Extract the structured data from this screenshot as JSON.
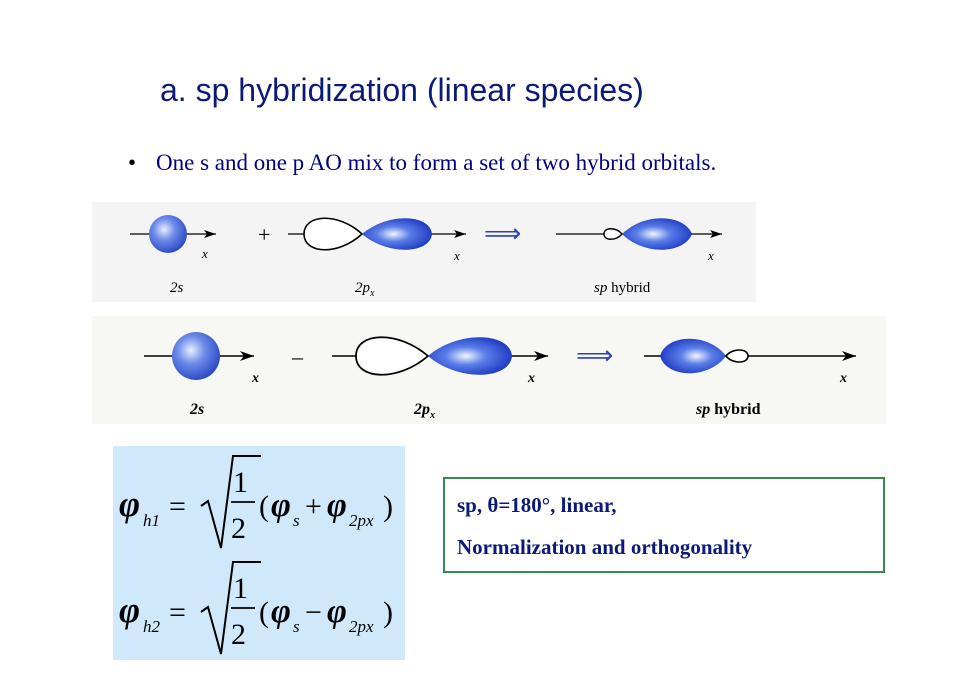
{
  "slide": {
    "title": "a.  sp hybridization (linear species)",
    "bullet_marker": "•",
    "bullet_text": "One s and one p AO mix to form a set of two hybrid orbitals."
  },
  "diagram_top": {
    "operator": "+",
    "arrow_glyph": "⟹",
    "axis_label": "x",
    "label_2s": "2s",
    "label_2p_main": "2p",
    "label_2p_sub": "x",
    "label_sp_italic": "sp",
    "label_sp_rest": " hybrid"
  },
  "diagram_bottom": {
    "operator": "–",
    "arrow_glyph": "⟹",
    "axis_label": "x",
    "label_2s": "2s",
    "label_2p_main": "2p",
    "label_2p_sub": "x",
    "label_sp_italic": "sp",
    "label_sp_rest": " hybrid"
  },
  "formulas": {
    "phi": "φ",
    "sub_h1": "h1",
    "sub_h2": "h2",
    "equals": "=",
    "numerator": "1",
    "denominator": "2",
    "open_paren": "(",
    "close_paren": ")",
    "sub_s": "s",
    "plus": "+",
    "minus": "−",
    "sub_2px": "2px"
  },
  "info": {
    "line1": "sp, θ=180°, linear,",
    "line2": "Normalization and orthogonality"
  },
  "colors": {
    "title": "#0b1a78",
    "bullet": "#000080",
    "lobe_blue": "#1f3fd8",
    "sphere_blue": "#6b8ae8",
    "formula_bg": "#cfe9fb",
    "info_border": "#3a8a4f"
  }
}
